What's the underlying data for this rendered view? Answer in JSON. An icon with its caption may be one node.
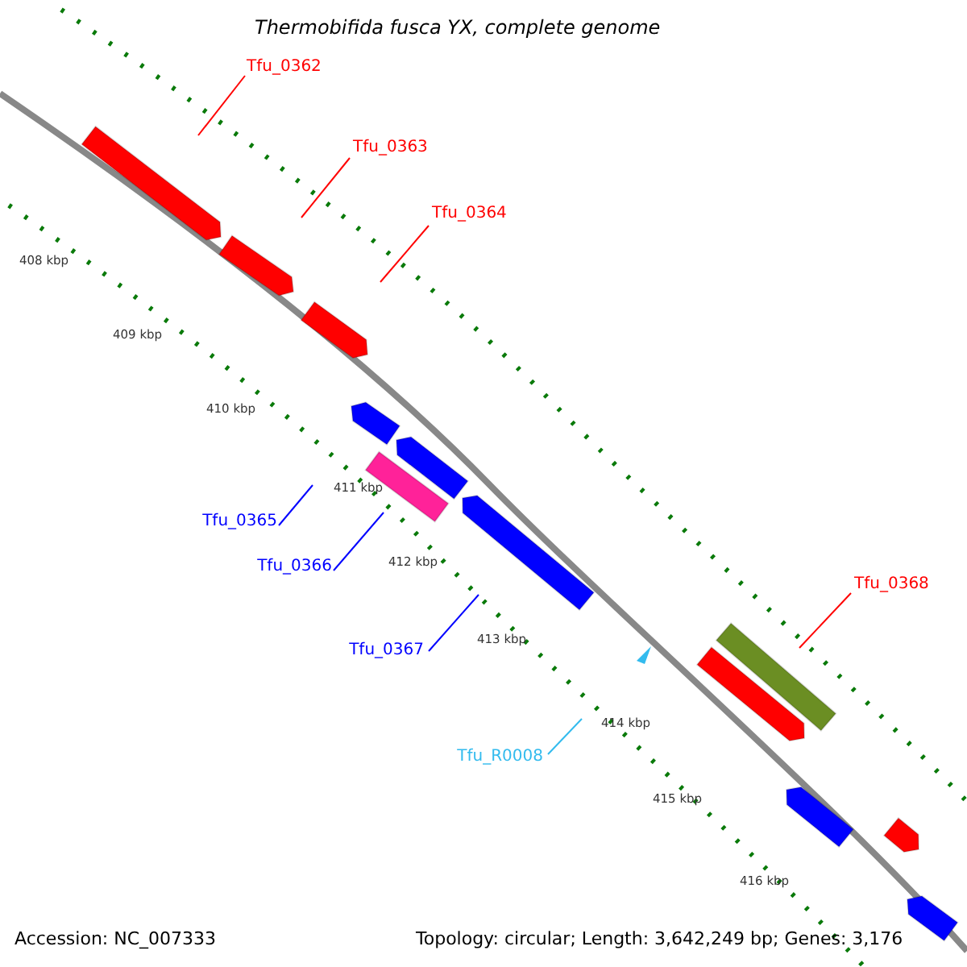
{
  "diagram": {
    "title": "Thermobifida fusca YX, complete genome",
    "nodes": [
      {
        "text": [
          "Tfu_0362"
        ]
      },
      {
        "text": [
          "Tfu_0363"
        ]
      },
      {
        "text": [
          "Tfu_0364"
        ]
      },
      {
        "text": [
          "Tfu_0365"
        ]
      },
      {
        "text": [
          "Tfu_0366"
        ]
      },
      {
        "text": [
          "Tfu_0367"
        ]
      },
      {
        "text": [
          "Tfu_R0008"
        ]
      },
      {
        "text": [
          "Tfu_0368"
        ]
      }
    ],
    "edges": [
      {
        "from": 0,
        "to": null,
        "arrow": "none"
      },
      {
        "from": 1,
        "to": null,
        "arrow": "none"
      },
      {
        "from": 2,
        "to": null,
        "arrow": "none"
      },
      {
        "from": 3,
        "to": null,
        "arrow": "none",
        "color": "#0000ff"
      },
      {
        "from": 4,
        "to": null,
        "arrow": "none",
        "color": "#0000ff"
      },
      {
        "from": 5,
        "to": null,
        "arrow": "none",
        "color": "#0000ff"
      },
      {
        "from": 6,
        "to": null,
        "arrow": "none",
        "color": "#33bbee"
      },
      {
        "from": 7,
        "to": null,
        "arrow": "none"
      }
    ],
    "labels": [
      "408 kbp",
      "409 kbp",
      "410 kbp",
      "411 kbp",
      "412 kbp",
      "413 kbp",
      "414 kbp",
      "415 kbp",
      "416 kbp",
      "Accession: NC_007333",
      "Topology: circular; Length: 3,642,249 bp; Genes: 3,176"
    ]
  }
}
